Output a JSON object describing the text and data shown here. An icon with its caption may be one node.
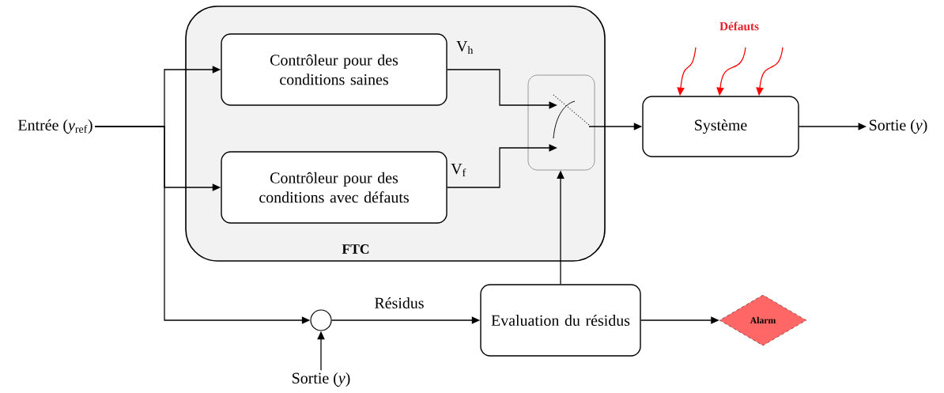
{
  "diagram": {
    "nodes": [
      {
        "text": [
          "FTC"
        ]
      },
      {
        "text": [
          "Contrôleur pour des conditions saines"
        ],
        "in": 0
      },
      {
        "text": [
          "Contrôleur pour des conditions avec défauts"
        ],
        "in": 0
      },
      {
        "text": [],
        "shape": "box",
        "in": 0
      },
      {
        "text": [
          "Système"
        ]
      },
      {
        "text": [
          "Entrée (*y*$_{ref}$)"
        ]
      },
      {
        "text": [
          "Sortie (*y*)"
        ]
      },
      {
        "text": [],
        "shape": "circle"
      },
      {
        "text": [
          "Sortie (*y*)"
        ]
      },
      {
        "text": [
          "Evaluation du résidus"
        ]
      },
      {
        "text": [
          "Alarm"
        ]
      }
    ],
    "edges": [
      {
        "from": 5,
        "to": 1,
        "arrow": "to"
      },
      {
        "from": 5,
        "to": 2,
        "arrow": "to"
      },
      {
        "from": 5,
        "to": 7,
        "arrow": "to"
      },
      {
        "from": 1,
        "to": 3,
        "arrow": "to",
        "label": "V$_{h}$"
      },
      {
        "from": 2,
        "to": 3,
        "arrow": "to",
        "label": "V$_{f}$"
      },
      {
        "from": 3,
        "to": 4,
        "arrow": "to"
      },
      {
        "from": 4,
        "to": 6,
        "arrow": "to"
      },
      {
        "from": 8,
        "to": 7,
        "arrow": "to"
      },
      {
        "from": 7,
        "to": 9,
        "arrow": "to",
        "label": "Résidus"
      },
      {
        "from": 9,
        "to": 3,
        "arrow": "to"
      },
      {
        "from": 9,
        "to": 10,
        "arrow": "to"
      },
      {
        "from": null,
        "to": 4,
        "arrow": "to",
        "color": "#ff0000"
      },
      {
        "from": null,
        "to": 4,
        "arrow": "to",
        "color": "#ff0000"
      },
      {
        "from": null,
        "to": 4,
        "arrow": "to",
        "color": "#ff0000"
      }
    ],
    "labels": [
      "Défauts"
    ]
  }
}
